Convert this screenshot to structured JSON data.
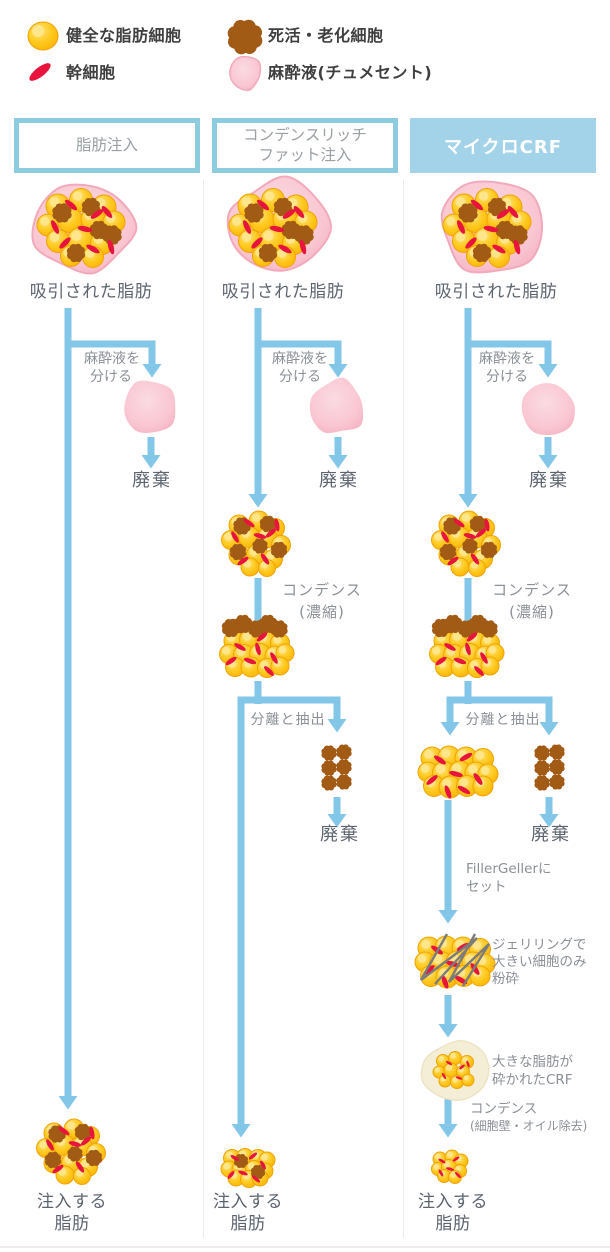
{
  "legend": {
    "items": [
      {
        "icon": "fat-cell-icon",
        "label": "健全な脂肪細胞"
      },
      {
        "icon": "dead-cell-icon",
        "label": "死活・老化細胞"
      },
      {
        "icon": "stem-cell-icon",
        "label": "幹細胞"
      },
      {
        "icon": "anesthetic-icon",
        "label": "麻酔液(チュメセント)"
      }
    ]
  },
  "columns": [
    {
      "id": "fat-injection",
      "header_lines": [
        "脂肪注入"
      ],
      "header_style": "outline",
      "steps": {
        "aspirated_fat": "吸引された脂肪",
        "separate_anesthetic_l1": "麻酔液を",
        "separate_anesthetic_l2": "分ける",
        "discard_anesthetic": "廃棄",
        "inject_l1": "注入する",
        "inject_l2": "脂肪"
      }
    },
    {
      "id": "condense-rich-fat-injection",
      "header_lines": [
        "コンデンスリッチ",
        "ファット注入"
      ],
      "header_style": "outline",
      "steps": {
        "aspirated_fat": "吸引された脂肪",
        "separate_anesthetic_l1": "麻酔液を",
        "separate_anesthetic_l2": "分ける",
        "discard_anesthetic": "廃棄",
        "condense_l1": "コンデンス",
        "condense_l2": "(濃縮)",
        "separate_extract": "分離と抽出",
        "discard_cells": "廃棄",
        "inject_l1": "注入する",
        "inject_l2": "脂肪"
      }
    },
    {
      "id": "micro-crf",
      "header_lines": [
        "マイクロCRF"
      ],
      "header_style": "filled",
      "steps": {
        "aspirated_fat": "吸引された脂肪",
        "separate_anesthetic_l1": "麻酔液を",
        "separate_anesthetic_l2": "分ける",
        "discard_anesthetic": "廃棄",
        "condense_l1": "コンデンス",
        "condense_l2": "(濃縮)",
        "separate_extract": "分離と抽出",
        "discard_cells": "廃棄",
        "filler_l1": "FillerGellerに",
        "filler_l2": "セット",
        "gelling_l1": "ジェリリングで",
        "gelling_l2": "大きい細胞のみ",
        "gelling_l3": "粉砕",
        "crushed_l1": "大きな脂肪が",
        "crushed_l2": "砕かれたCRF",
        "condense2_l1": "コンデンス",
        "condense2_l2": "(細胞壁・オイル除去)",
        "inject_l1": "注入する",
        "inject_l2": "脂肪"
      }
    }
  ],
  "colors": {
    "accent_blue": "#82c6e8",
    "header_border": "#8dcbe0",
    "header_fill": "#a3d3e8",
    "text_dark": "#5d6570",
    "text_gray": "#8b9097",
    "cell_yellow": "#ffc41c",
    "dead_cell_brown": "#a25b15",
    "stem_cell_red": "#e8143e",
    "tumescent_pink": "#f6b9c8",
    "oil_cream": "#f4eed7"
  }
}
